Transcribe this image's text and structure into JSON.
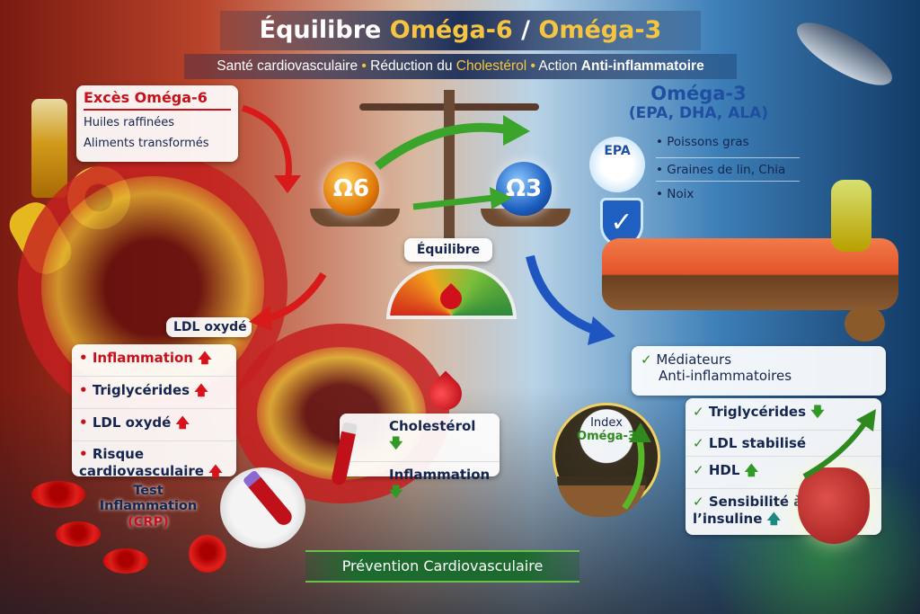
{
  "header": {
    "title_prefix": "Équilibre ",
    "title_omega6": "Oméga-6",
    "title_sep": " / ",
    "title_omega3": "Oméga-3",
    "subtitle_1": "Santé cardiovasculaire",
    "subtitle_bullet": " • ",
    "subtitle_2": "Réduction du ",
    "subtitle_2_highlight": "Cholestérol",
    "subtitle_3": "Action ",
    "subtitle_3_bold": "Anti-inflammatoire"
  },
  "omega6": {
    "title": "Excès Oméga-6",
    "items": [
      "Huiles raffinées",
      "Aliments transformés"
    ]
  },
  "scale": {
    "left_label": "Ω6",
    "right_label": "Ω3",
    "gauge_label": "Équilibre"
  },
  "omega3": {
    "title": "Oméga-3",
    "subtitle": "(EPA, DHA, ALA)",
    "epa_label": "EPA",
    "sources": [
      "Poissons gras",
      "Graines de lin, Chia",
      "Noix"
    ]
  },
  "ldl_label": "LDL oxydé",
  "risks": [
    {
      "label": "Inflammation",
      "trend": "up"
    },
    {
      "label": "Triglycérides",
      "trend": "up"
    },
    {
      "label": "LDL oxydé",
      "trend": "up"
    },
    {
      "label": "Risque cardiovasculaire",
      "trend": "up"
    }
  ],
  "test": {
    "line1": "Test",
    "line2": "Inflammation",
    "line3": "(CRP)"
  },
  "center_results": [
    {
      "label": "Cholestérol",
      "trend": "down"
    },
    {
      "label": "Inflammation",
      "trend": "down"
    }
  ],
  "index": {
    "line1": "Index",
    "line2": "Oméga-3"
  },
  "mediators": {
    "line1": "Médiateurs",
    "line2": "Anti-inflammatoires"
  },
  "benefits": [
    {
      "label": "Triglycérides",
      "trend": "down"
    },
    {
      "label": "LDL stabilisé",
      "trend": ""
    },
    {
      "label": "HDL",
      "trend": "up"
    },
    {
      "label": "Sensibilité à l’insuline",
      "trend": "up"
    }
  ],
  "footer": {
    "label": "Prévention Cardiovasculaire"
  },
  "colors": {
    "omega6": "#c8101a",
    "omega3": "#1f4fa0",
    "title_gold": "#f5c542",
    "benefit_green": "#2e8a1f"
  }
}
